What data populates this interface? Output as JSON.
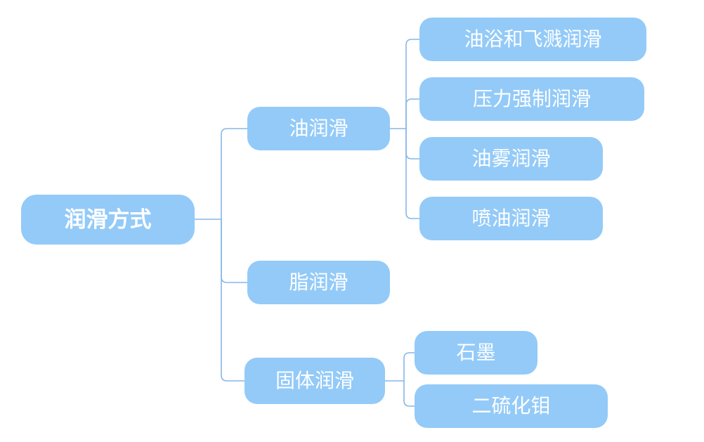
{
  "diagram": {
    "type": "mindmap",
    "colors": {
      "background": "#FFFFFF",
      "node_fill": "#93CAF8",
      "node_text": "#FFFFFF",
      "connector": "#86B7E8"
    },
    "root": {
      "label": "润滑方式"
    },
    "branches": [
      {
        "label": "油润滑",
        "children": [
          {
            "label": "油浴和飞溅润滑"
          },
          {
            "label": "压力强制润滑"
          },
          {
            "label": "油雾润滑"
          },
          {
            "label": "喷油润滑"
          }
        ]
      },
      {
        "label": "脂润滑",
        "children": []
      },
      {
        "label": "固体润滑",
        "children": [
          {
            "label": "石墨"
          },
          {
            "label": "二硫化钼"
          }
        ]
      }
    ]
  }
}
